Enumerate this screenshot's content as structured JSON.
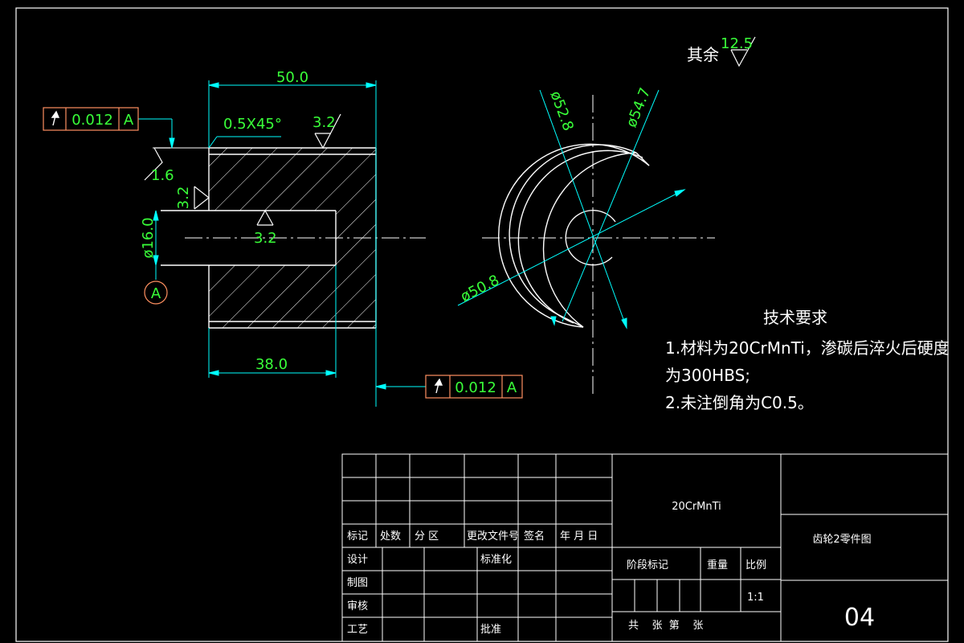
{
  "colors": {
    "background": "#000000",
    "outline": "#ffffff",
    "dimension": "#00ffff",
    "dimension_text": "#39ff39",
    "center_line": "#ffffff",
    "control_frame": "#ff9060",
    "title_block": "#ffffff"
  },
  "surface_finish": {
    "general_label": "其余",
    "general_value": "12.5",
    "top_surface": "3.2",
    "bore_surface": "3.2",
    "left_face": "3.2",
    "left_top": "1.6"
  },
  "dimensions": {
    "overall_length": "50.0",
    "bore_length": "38.0",
    "chamfer": "0.5X45°",
    "bore_diameter": "ø16.0",
    "dia_52_8": "ø52.8",
    "dia_54_7": "ø54.7",
    "dia_50_8": "ø50.8"
  },
  "datum": "A",
  "runout_top": {
    "symbol": "runout-icon",
    "tolerance": "0.012",
    "datum": "A"
  },
  "runout_bottom": {
    "symbol": "runout-icon",
    "tolerance": "0.012",
    "datum": "A"
  },
  "tech_requirements": {
    "title": "技术要求",
    "line1": "1.材料为20CrMnTi，渗碳后淬火后硬度",
    "line2": "为300HBS;",
    "line3": "2.未注倒角为C0.5。"
  },
  "title_block": {
    "material": "20CrMnTi",
    "drawing_name": "齿轮2零件图",
    "drawing_number": "04",
    "rev_headers": [
      "标记",
      "处数",
      "分 区",
      "更改文件号",
      "签名",
      "年 月 日"
    ],
    "design": "设计",
    "standardize": "标准化",
    "drafting": "制图",
    "review": "审核",
    "process": "工艺",
    "approve": "批准",
    "stage_mark": "阶段标记",
    "weight": "重量",
    "scale_label": "比例",
    "scale_value": "1:1",
    "sheet_info": "共    张  第    张"
  }
}
